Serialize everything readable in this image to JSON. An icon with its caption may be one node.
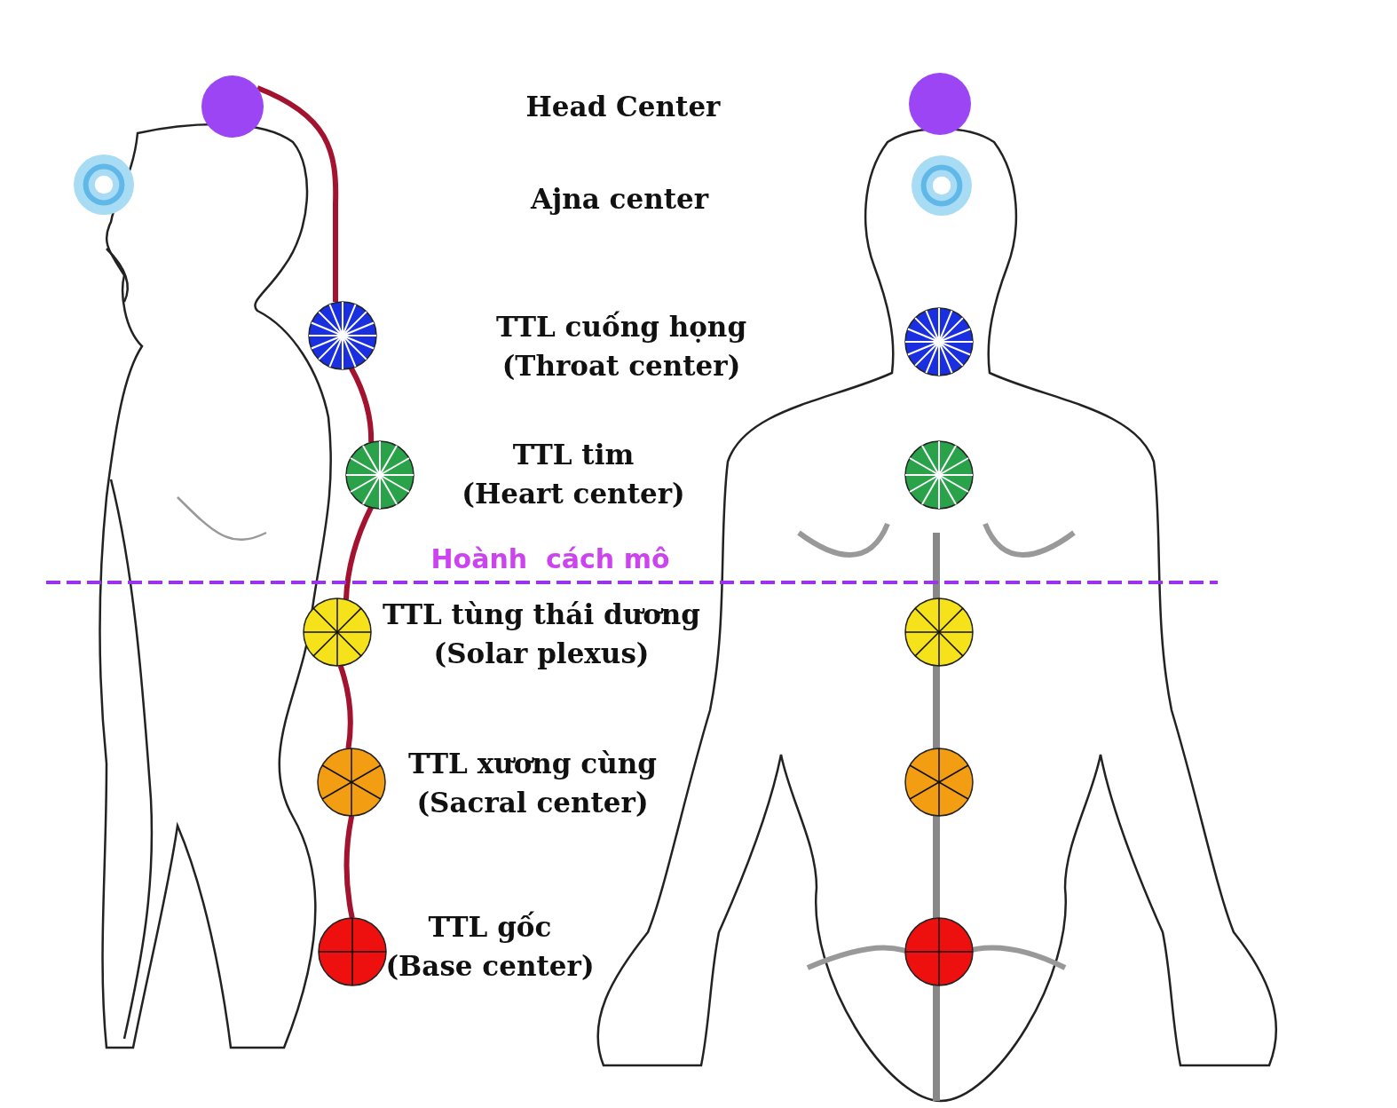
{
  "diagram": {
    "nodes": [
      {
        "text": [],
        "shape": "circle"
      },
      {
        "text": [],
        "shape": "circle"
      },
      {
        "text": [],
        "shape": "circle"
      },
      {
        "text": [],
        "shape": "circle"
      },
      {
        "text": [],
        "shape": "circle"
      },
      {
        "text": [],
        "shape": "circle"
      },
      {
        "text": [],
        "shape": "circle"
      },
      {
        "text": [],
        "shape": "circle"
      },
      {
        "text": [],
        "shape": "circle"
      },
      {
        "text": [],
        "shape": "circle"
      },
      {
        "text": [],
        "shape": "circle"
      },
      {
        "text": [],
        "shape": "circle"
      },
      {
        "text": [],
        "shape": "circle"
      },
      {
        "text": [],
        "shape": "circle"
      }
    ],
    "edges": [
      {
        "from": 0,
        "to": 2,
        "arrow": "none",
        "color": "#a3122e"
      },
      {
        "from": 2,
        "to": 3,
        "arrow": "none",
        "color": "#a3122e"
      },
      {
        "from": 3,
        "to": 4,
        "arrow": "none",
        "color": "#a3122e"
      },
      {
        "from": 4,
        "to": 5,
        "arrow": "none",
        "color": "#a3122e"
      },
      {
        "from": 5,
        "to": 6,
        "arrow": "none",
        "color": "#a3122e"
      }
    ],
    "labels": [
      "Head Center",
      "Ajna center",
      "TTL cuống họng (Throat center)",
      "TTL tim (Heart center)",
      "Hoành  cách mô",
      "TTL tùng thái dương (Solar plexus)",
      "TTL xương cùng (Sacral center)",
      "TTL gốc (Base center)"
    ]
  }
}
